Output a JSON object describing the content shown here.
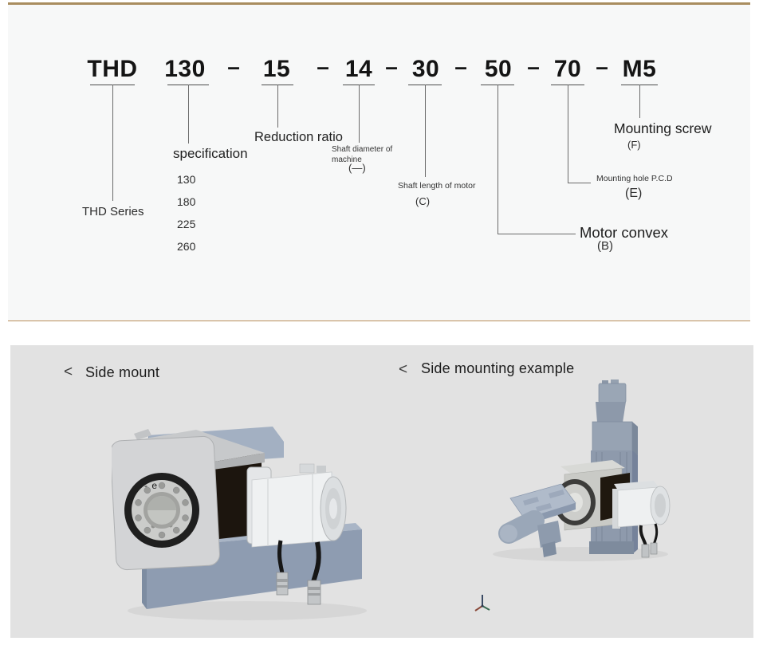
{
  "code_diagram": {
    "separator": "–",
    "parts": [
      {
        "text": "THD"
      },
      {
        "text": "130"
      },
      {
        "text": "15"
      },
      {
        "text": "14"
      },
      {
        "text": "30"
      },
      {
        "text": "50"
      },
      {
        "text": "70"
      },
      {
        "text": "M5"
      }
    ],
    "callouts": {
      "series": {
        "label": "THD Series"
      },
      "specification": {
        "label": "specification",
        "options": [
          "130",
          "180",
          "225",
          "260"
        ]
      },
      "reduction_ratio": {
        "label": "Reduction ratio"
      },
      "shaft_diameter": {
        "line1": "Shaft diameter of",
        "line2": "machine",
        "code": "(—)"
      },
      "shaft_length": {
        "label": "Shaft length of motor",
        "code": "(C)"
      },
      "motor_convex": {
        "label": "Motor convex",
        "code": "(B)"
      },
      "mounting_hole": {
        "label": "Mounting hole P.C.D",
        "code": "(E)"
      },
      "mounting_screw": {
        "label": "Mounting screw",
        "code": "(F)"
      }
    }
  },
  "gallery": {
    "left": {
      "marker": "<",
      "title": "Side mount",
      "watermark": "- e"
    },
    "right": {
      "marker": "<",
      "title": "Side mounting example"
    }
  },
  "colors": {
    "accent_border": "#a98d5f",
    "top_panel_bg": "#f7f8f8",
    "gallery_bg": "#e2e2e2",
    "callout_line": "#6b6b6b",
    "machine_blue_gray": "#8e9cb1",
    "machine_dark": "#1c150e"
  }
}
